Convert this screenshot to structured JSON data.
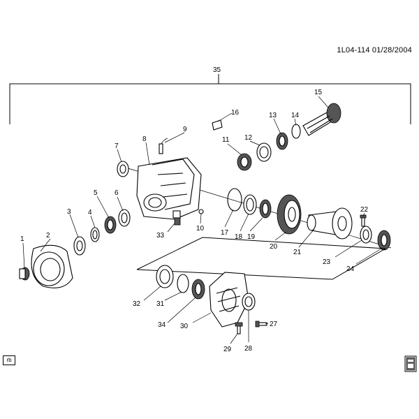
{
  "header": {
    "drawing_id": "1L04-114  01/28/2004"
  },
  "corner_label": "rb",
  "icons": {
    "book_icon": "manual-book-icon"
  },
  "callouts": [
    {
      "id": "1",
      "text": "1"
    },
    {
      "id": "2",
      "text": "2"
    },
    {
      "id": "3",
      "text": "3"
    },
    {
      "id": "4",
      "text": "4"
    },
    {
      "id": "5",
      "text": "5"
    },
    {
      "id": "6",
      "text": "6"
    },
    {
      "id": "7",
      "text": "7"
    },
    {
      "id": "8",
      "text": "8"
    },
    {
      "id": "9",
      "text": "9"
    },
    {
      "id": "10",
      "text": "10"
    },
    {
      "id": "11",
      "text": "11"
    },
    {
      "id": "12",
      "text": "12"
    },
    {
      "id": "13",
      "text": "13"
    },
    {
      "id": "14",
      "text": "14"
    },
    {
      "id": "15",
      "text": "15"
    },
    {
      "id": "16",
      "text": "16"
    },
    {
      "id": "17",
      "text": "17"
    },
    {
      "id": "18",
      "text": "18"
    },
    {
      "id": "19",
      "text": "19"
    },
    {
      "id": "20",
      "text": "20"
    },
    {
      "id": "21",
      "text": "21"
    },
    {
      "id": "22",
      "text": "22"
    },
    {
      "id": "23",
      "text": "23"
    },
    {
      "id": "24",
      "text": "24"
    },
    {
      "id": "27",
      "text": "27"
    },
    {
      "id": "28",
      "text": "28"
    },
    {
      "id": "29",
      "text": "29"
    },
    {
      "id": "30",
      "text": "30"
    },
    {
      "id": "31",
      "text": "31"
    },
    {
      "id": "32",
      "text": "32"
    },
    {
      "id": "33",
      "text": "33"
    },
    {
      "id": "34",
      "text": "34"
    },
    {
      "id": "35",
      "text": "35"
    }
  ]
}
